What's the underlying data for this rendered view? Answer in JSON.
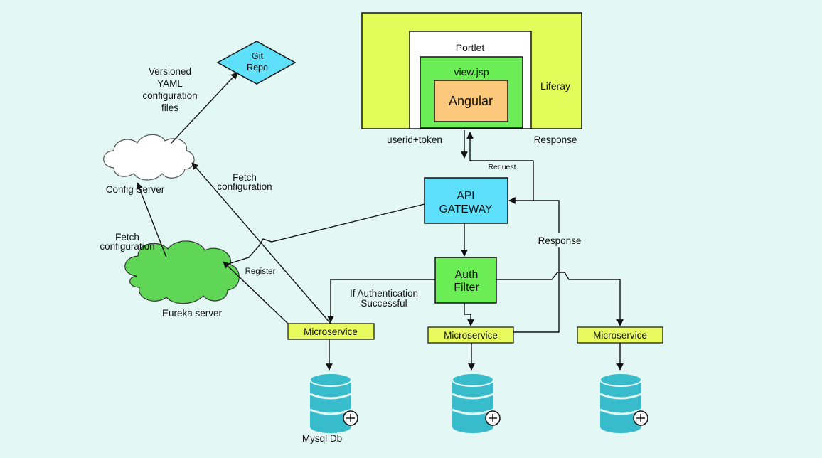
{
  "colors": {
    "background": "#e3f8f5",
    "liferay": "#e2fc5a",
    "portlet": "#ffffff",
    "view_jsp": "#6bed55",
    "angular": "#fbc87c",
    "api_gateway": "#5ee0fb",
    "auth_filter": "#6bed55",
    "microservice": "#e8fb5e",
    "git_repo": "#5ee0fb",
    "config_cloud": "#ffffff",
    "eureka_cloud": "#5fd655",
    "database": "#38bccc",
    "line": "#111111"
  },
  "liferay": {
    "label": "Liferay"
  },
  "portlet": {
    "label": "Portlet"
  },
  "view_jsp": {
    "label": "view.jsp"
  },
  "angular": {
    "label": "Angular"
  },
  "git_repo": {
    "line1": "Git",
    "line2": "Repo"
  },
  "versioned_files": {
    "line1": "Versioned",
    "line2": "YAML",
    "line3": "configuration",
    "line4": "files"
  },
  "config_server": {
    "label": "Config Server"
  },
  "eureka_server": {
    "label": "Eureka server"
  },
  "api_gateway": {
    "line1": "API",
    "line2": "GATEWAY"
  },
  "auth_filter": {
    "line1": "Auth",
    "line2": "Filter"
  },
  "microservices": {
    "left": "Microservice",
    "middle": "Microservice",
    "right": "Microservice"
  },
  "labels": {
    "userid_token": "userid+token",
    "response_top": "Response",
    "request": "Request",
    "response_mid": "Response",
    "fetch_config_right_1": "Fetch",
    "fetch_config_right_2": "configuration",
    "fetch_config_left_1": "Fetch",
    "fetch_config_left_2": "configuration",
    "register": "Register",
    "auth_success_1": "If Authentication",
    "auth_success_2": "Successful",
    "mysql_db": "Mysql Db"
  }
}
